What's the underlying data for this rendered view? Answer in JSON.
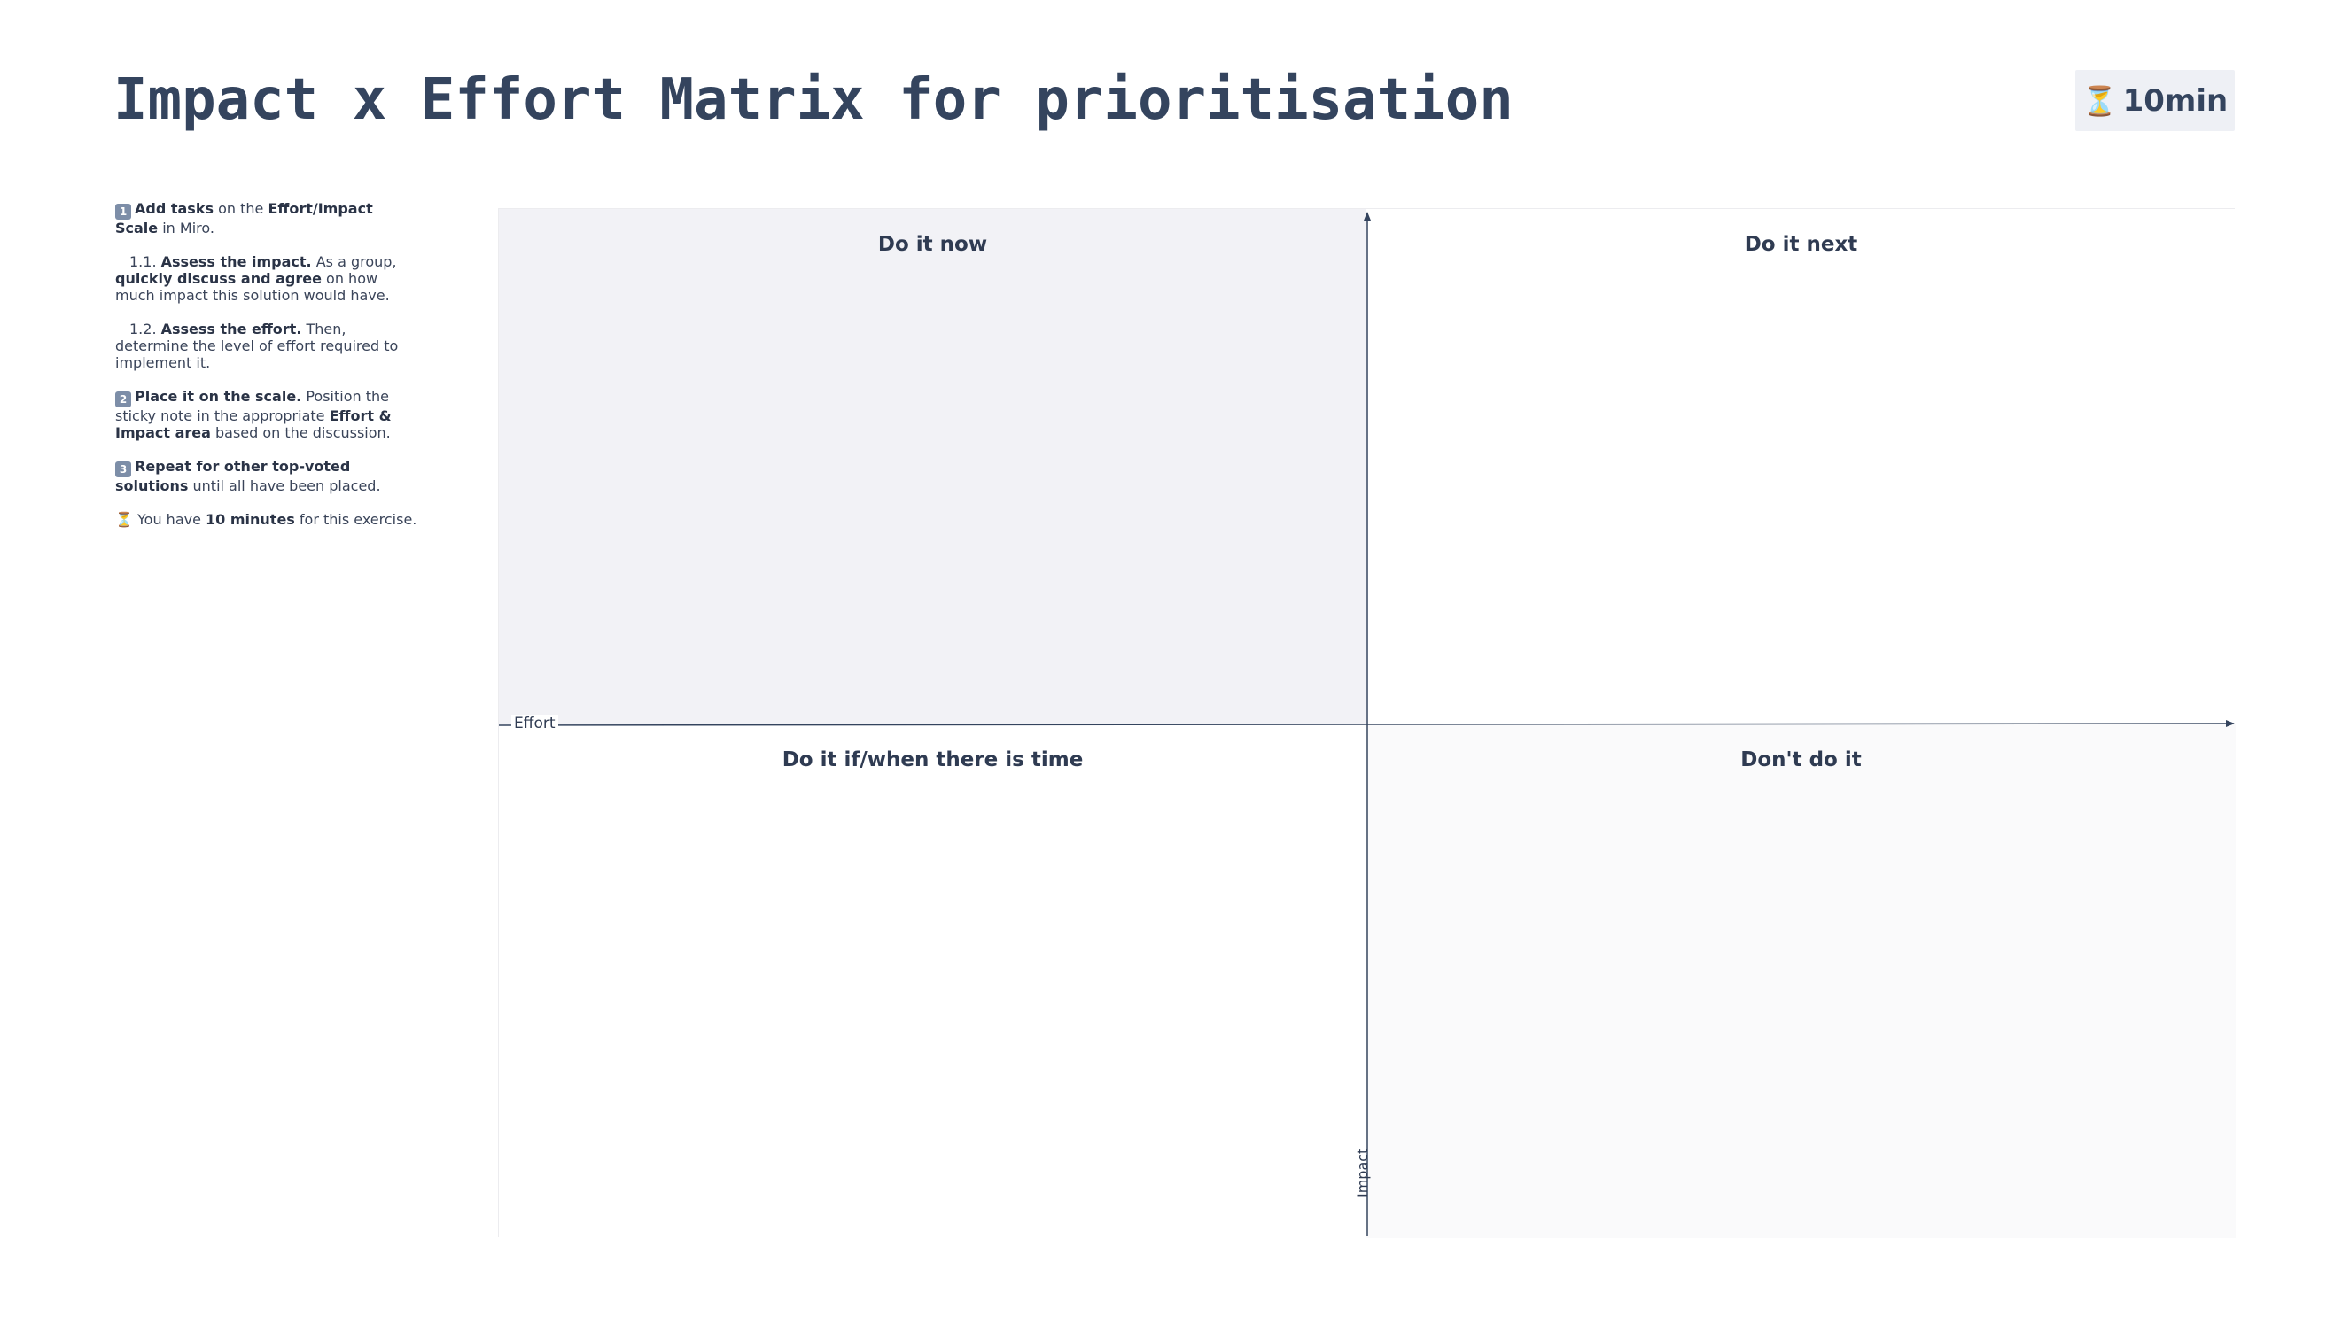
{
  "header": {
    "title": "Impact x Effort Matrix for prioritisation",
    "timer_icon": "hourglass-icon",
    "timer_label": "10min"
  },
  "instructions": {
    "step1_num": "1",
    "step1_bold1": "Add tasks",
    "step1_text1": " on the ",
    "step1_bold2": "Effort/Impact Scale",
    "step1_text2": " in Miro.",
    "step11_prefix": "1.1. ",
    "step11_bold1": "Assess the impact.",
    "step11_text1": " As a group, ",
    "step11_bold2": "quickly discuss and agree",
    "step11_text2": " on how much impact this solution would have.",
    "step12_prefix": "1.2. ",
    "step12_bold": "Assess the effort.",
    "step12_text": " Then, determine the level of effort required to implement it.",
    "step2_num": "2",
    "step2_bold1": "Place it on the scale.",
    "step2_text1": " Position the sticky note in the appropriate ",
    "step2_bold2": "Effort & Impact area",
    "step2_text2": " based on the discussion.",
    "step3_num": "3",
    "step3_bold": "Repeat for other top-voted solutions",
    "step3_text": " until all have been placed.",
    "time_icon": "hourglass-icon",
    "time_text1": " You have ",
    "time_bold": "10 minutes",
    "time_text2": " for this exercise."
  },
  "matrix": {
    "quadrants": {
      "top_left": "Do it now",
      "top_right": "Do it next",
      "bottom_left": "Do it if/when there is time",
      "bottom_right": "Don't do it"
    },
    "x_axis_label": "Effort",
    "y_axis_label": "Impact",
    "colors": {
      "axis": "#34445e",
      "top_left_fill": "#f2f2f6",
      "bottom_right_fill": "#fafafb"
    }
  }
}
